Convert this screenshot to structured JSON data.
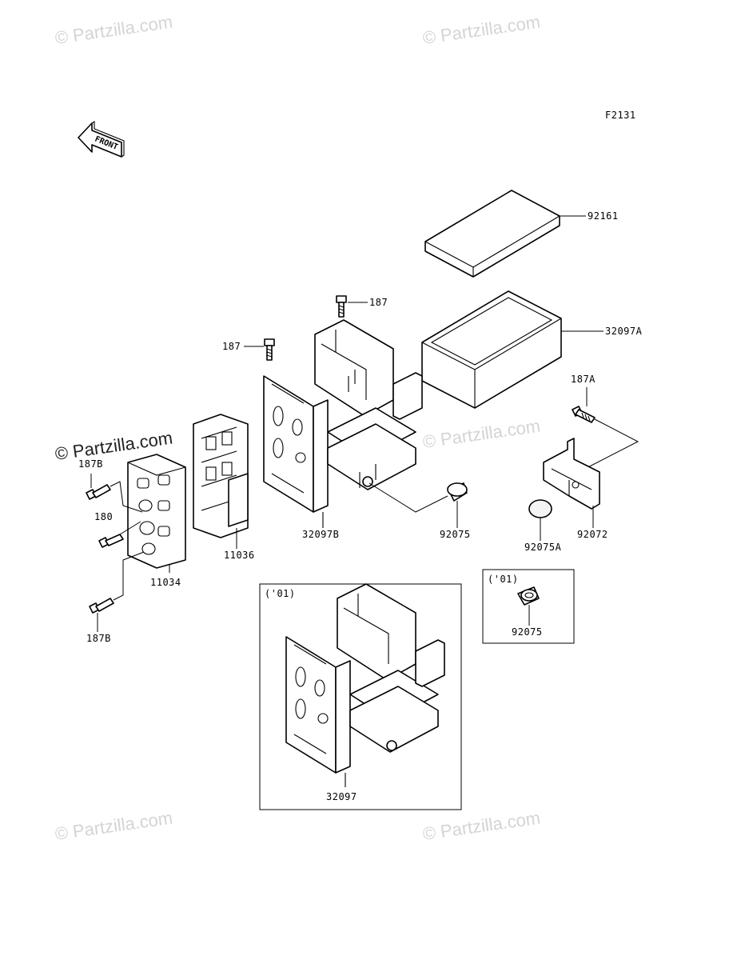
{
  "diagram": {
    "code": "F2131",
    "front_label": "FRONT",
    "inset_label": "('01)",
    "watermark_text": "© Partzilla.com",
    "parts": {
      "p92161": "92161",
      "p32097A": "32097A",
      "p187_top": "187",
      "p187_left": "187",
      "p187A": "187A",
      "p32097B": "32097B",
      "p92075": "92075",
      "p92075A": "92075A",
      "p92072": "92072",
      "p187B_top": "187B",
      "p180": "180",
      "p11036": "11036",
      "p11034": "11034",
      "p187B_bottom": "187B",
      "p32097": "32097",
      "p92075_inset": "92075"
    }
  }
}
